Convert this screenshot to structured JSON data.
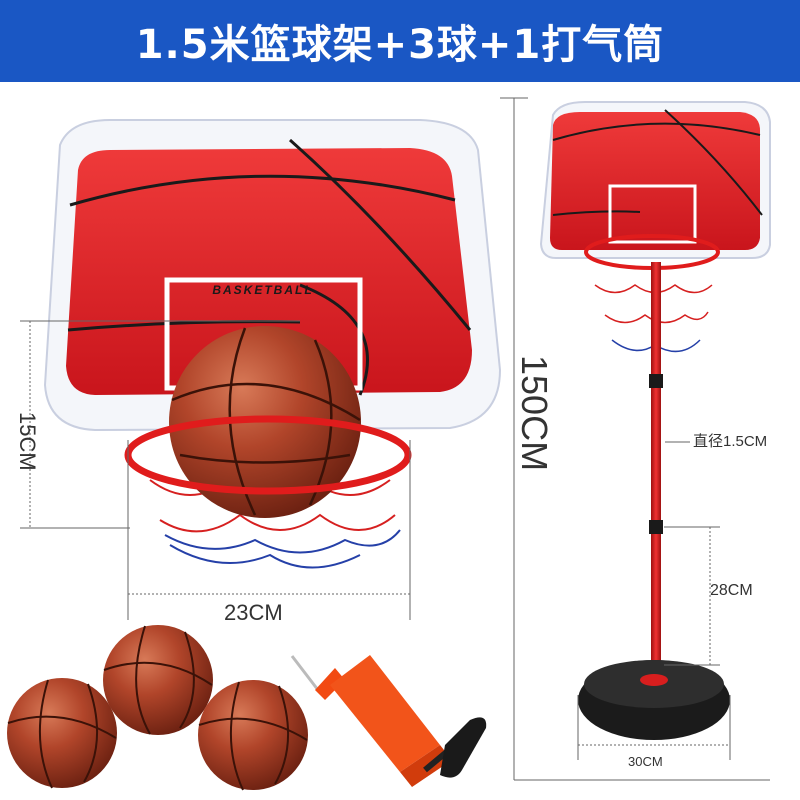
{
  "header": {
    "title": "1.5米篮球架+3球+1打气筒"
  },
  "backboard": {
    "label": "BASKETBALL"
  },
  "dimensions": {
    "hoop_width": "23CM",
    "backboard_height": "15CM",
    "total_height": "150CM",
    "pole_diameter": "直径1.5CM",
    "section_length": "28CM",
    "base_width": "30CM"
  },
  "colors": {
    "banner": "#1a57c4",
    "board_red": "#e0262b",
    "ball": "#b1452a",
    "pole": "#d81e1e",
    "base": "#1b1b1b"
  }
}
